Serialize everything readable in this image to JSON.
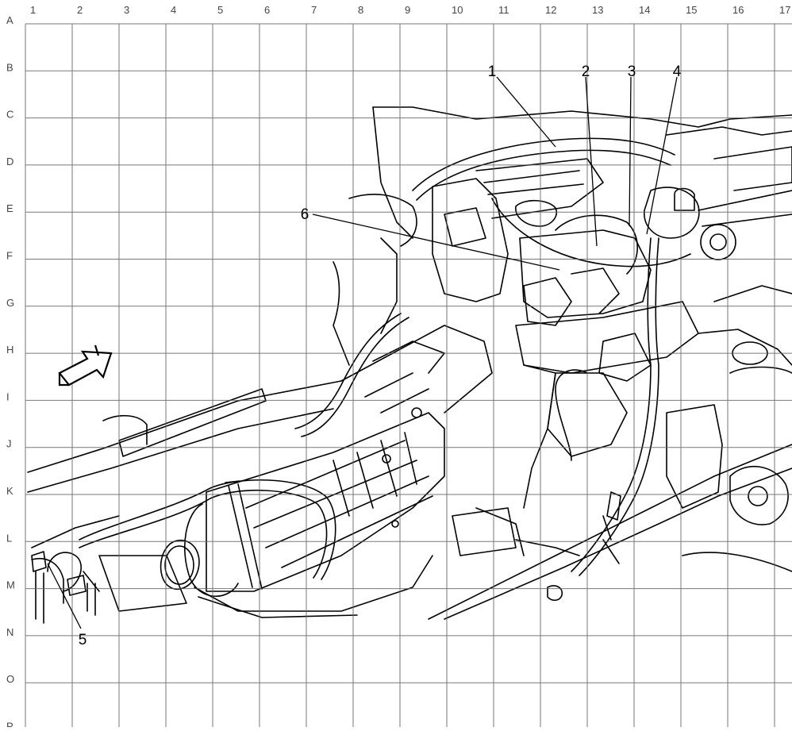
{
  "grid": {
    "columns": [
      "1",
      "2",
      "3",
      "4",
      "5",
      "6",
      "7",
      "8",
      "9",
      "10",
      "11",
      "12",
      "13",
      "14",
      "15",
      "16",
      "17"
    ],
    "rows": [
      "A",
      "B",
      "C",
      "D",
      "E",
      "F",
      "G",
      "H",
      "I",
      "J",
      "K",
      "L",
      "M",
      "N",
      "O",
      "P"
    ]
  },
  "callouts": [
    {
      "label": "1"
    },
    {
      "label": "2"
    },
    {
      "label": "3"
    },
    {
      "label": "4"
    },
    {
      "label": "5"
    },
    {
      "label": "6"
    }
  ],
  "icons": {
    "front_arrow": "front-direction-arrow",
    "drawing": "engine-transmission-line-drawing"
  },
  "colors": {
    "line": "#000000",
    "grid": "#606060",
    "background": "#ffffff"
  }
}
